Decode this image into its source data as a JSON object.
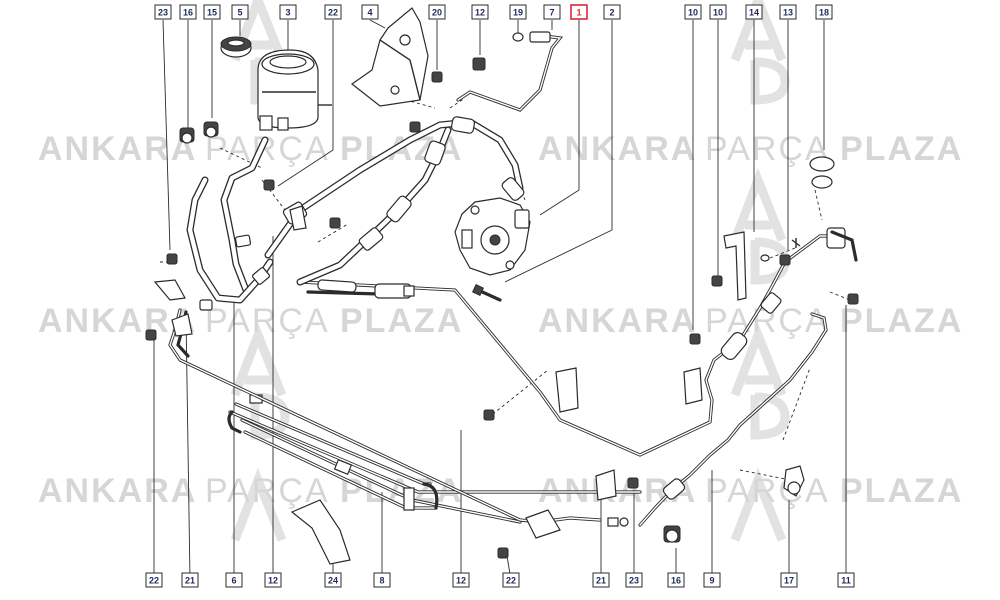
{
  "watermark": {
    "word1": "ANKARA",
    "word2": "PARÇA",
    "word3": "PLAZA",
    "color": "#d6d6d6"
  },
  "highlight_color": "#e0263a",
  "label_text_color": "#1e2a5a",
  "top_labels": [
    "23",
    "16",
    "15",
    "5",
    "3",
    "22",
    "4",
    "20",
    "12",
    "19",
    "7",
    "1",
    "2",
    "10",
    "10",
    "14",
    "13",
    "18"
  ],
  "bottom_labels": [
    "22",
    "21",
    "6",
    "12",
    "24",
    "8",
    "12",
    "22",
    "21",
    "23",
    "16",
    "9",
    "17",
    "11"
  ]
}
